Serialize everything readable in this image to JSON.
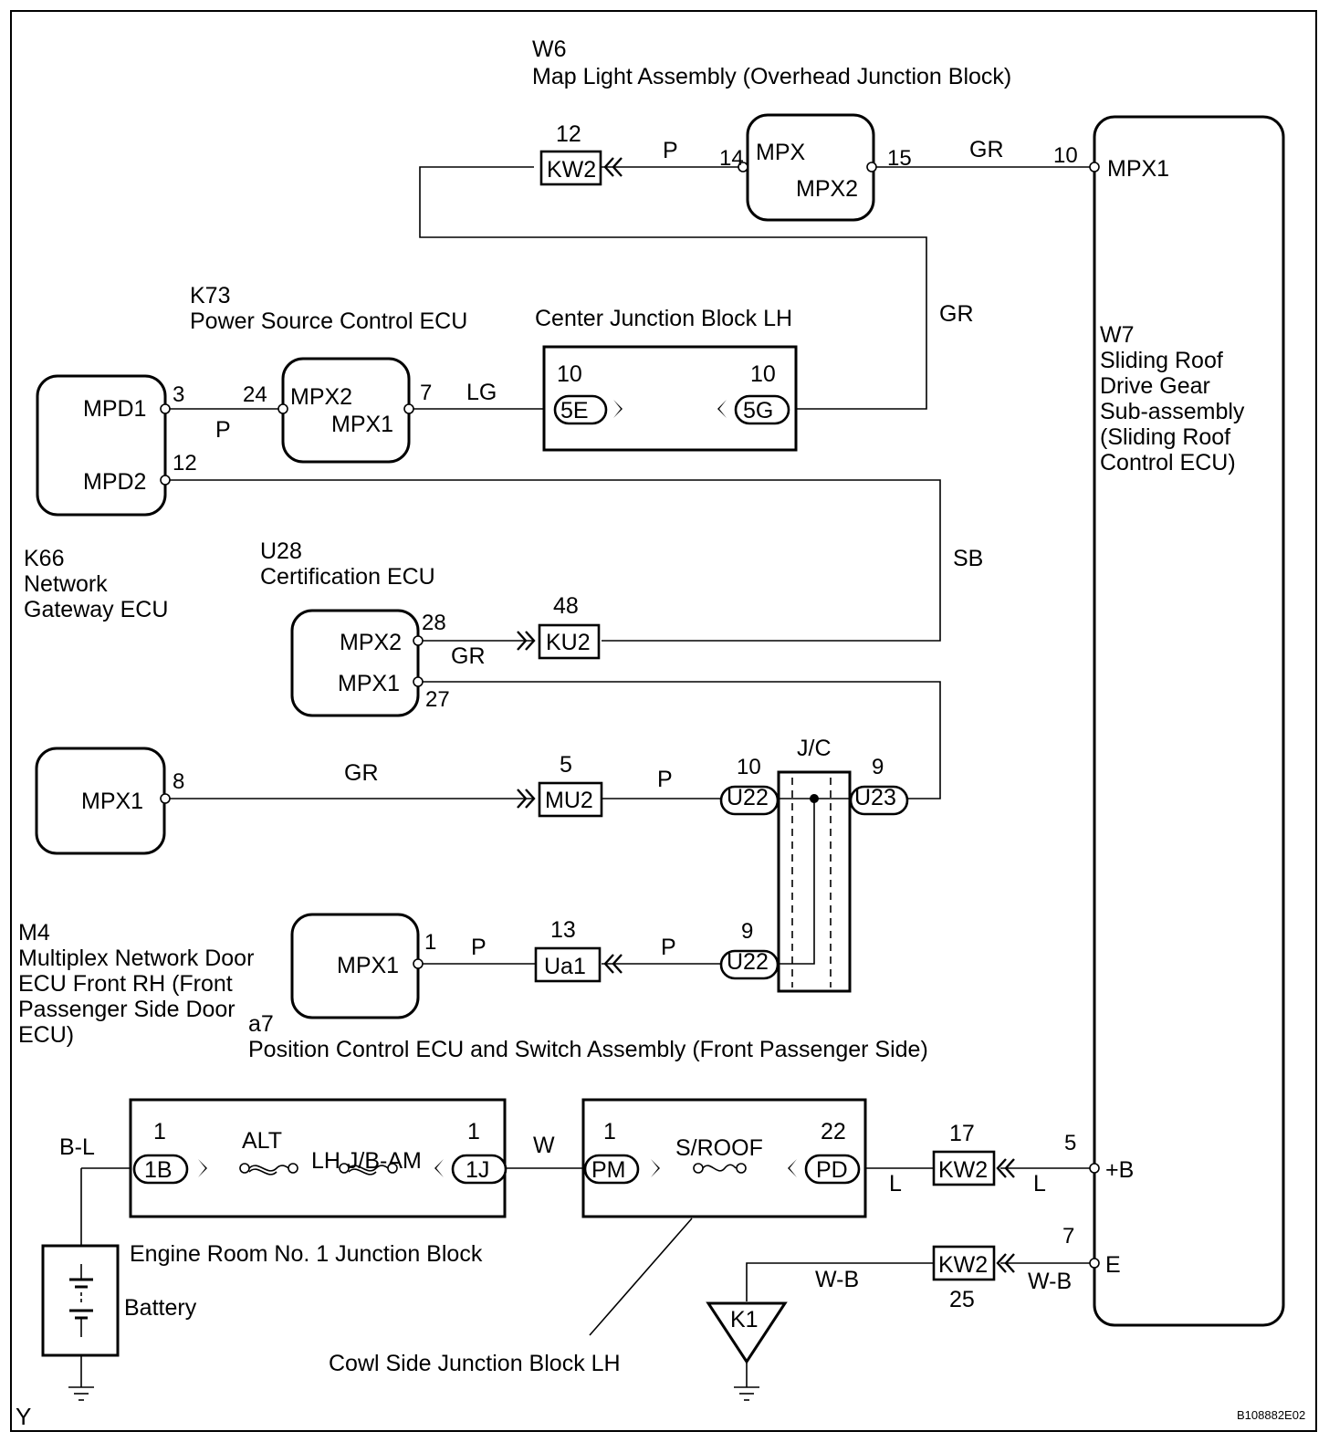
{
  "components": {
    "w6": {
      "code": "W6",
      "name": "Map Light Assembly (Overhead Junction Block)",
      "pin_left": "MPX",
      "pin_right": "MPX2"
    },
    "k73": {
      "code": "K73",
      "name": "Power Source Control ECU",
      "pin_mpx2": "MPX2",
      "pin_mpx1": "MPX1"
    },
    "cjb": {
      "name": "Center Junction Block LH",
      "conn_left": "5E",
      "conn_right": "5G",
      "num_left": "10",
      "num_right": "10"
    },
    "k66": {
      "code": "K66",
      "line2": "Network",
      "line3": "Gateway ECU",
      "pin_mpd1": "MPD1",
      "pin_mpd2": "MPD2"
    },
    "u28": {
      "code": "U28",
      "name": "Certification ECU",
      "pin_mpx2": "MPX2",
      "pin_mpx1": "MPX1"
    },
    "m4": {
      "code": "M4",
      "line2": "Multiplex Network Door",
      "line3": "ECU Front RH (Front",
      "line4": "Passenger Side Door",
      "line5": "ECU)",
      "pin": "MPX1"
    },
    "a7": {
      "code": "a7",
      "name": "Position Control ECU and Switch Assembly (Front Passenger Side)",
      "pin": "MPX1"
    },
    "w7": {
      "code": "W7",
      "line2": "Sliding Roof",
      "line3": "Drive Gear",
      "line4": "Sub-assembly",
      "line5": "(Sliding Roof",
      "line6": "Control ECU)",
      "pin_mpx1": "MPX1",
      "pin_b": "+B",
      "pin_e": "E"
    },
    "jc": {
      "label": "J/C",
      "u22_top": "U22",
      "u23": "U23",
      "u22_bottom": "U22"
    },
    "engine_jb": {
      "name": "Engine Room No. 1 Junction Block",
      "conn_1b": "1B",
      "conn_1j": "1J",
      "fuse_alt": "ALT",
      "fuse_lh": "LH J/B-AM",
      "num_1b": "1",
      "num_1j": "1"
    },
    "cowl_jb": {
      "name": "Cowl Side Junction Block LH",
      "conn_pm": "PM",
      "conn_pd": "PD",
      "fuse": "S/ROOF",
      "num_pm": "1",
      "num_pd": "22"
    },
    "battery": {
      "name": "Battery"
    },
    "ground": {
      "name": "K1"
    }
  },
  "connectors": {
    "kw2_top": {
      "label": "KW2",
      "num": "12"
    },
    "ku2": {
      "label": "KU2",
      "num": "48"
    },
    "mu2": {
      "label": "MU2",
      "num": "5"
    },
    "ua1": {
      "label": "Ua1",
      "num": "13"
    },
    "kw2_b": {
      "label": "KW2",
      "num": "17"
    },
    "kw2_e": {
      "label": "KW2",
      "num": "25"
    }
  },
  "pins": {
    "w6_14": "14",
    "w6_15": "15",
    "w7_10": "10",
    "k66_3": "3",
    "k73_24": "24",
    "k73_7": "7",
    "k66_12": "12",
    "u28_28": "28",
    "u28_27": "27",
    "a7_8": "8",
    "jc_10": "10",
    "jc_9": "9",
    "m4_1": "1",
    "jc_9b": "9",
    "w7_5": "5",
    "w7_7": "7"
  },
  "wire_colors": {
    "kw2_w6": "P",
    "w6_w7": "GR",
    "gr_vertical": "GR",
    "k66_k73": "P",
    "k73_cjb": "LG",
    "sb": "SB",
    "u28_ku2": "GR",
    "a7_mu2": "GR",
    "mu2_jc": "P",
    "m4_ua1": "P",
    "ua1_jc": "P",
    "bl": "B-L",
    "w": "W",
    "l_left": "L",
    "l_right": "L",
    "wb_left": "W-B",
    "wb_right": "W-B"
  },
  "footer": {
    "left": "Y",
    "right": "B108882E02"
  }
}
